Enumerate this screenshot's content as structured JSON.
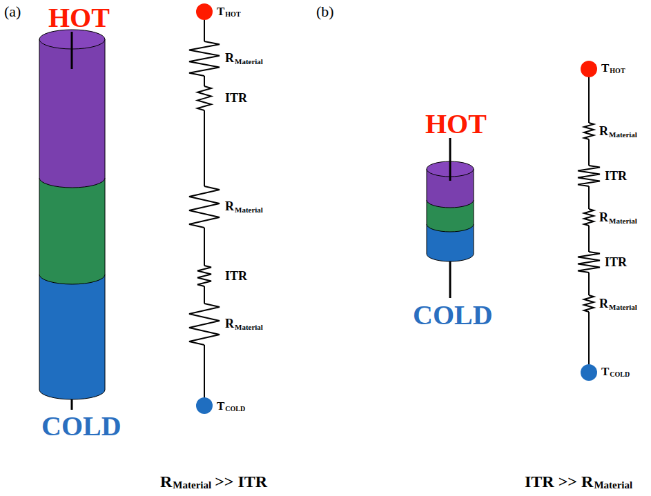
{
  "diagram": {
    "labels": [
      "(a)",
      "HOT",
      "T",
      "HOT",
      "R",
      "Material",
      "ITR",
      "R",
      "Material",
      "ITR",
      "R",
      "Material",
      "T",
      "COLD",
      "COLD",
      "R",
      "Material",
      ">> ITR",
      "(b)",
      "HOT",
      "T",
      "HOT",
      "R",
      "Material",
      "ITR",
      "R",
      "Material",
      "ITR",
      "R",
      "Material",
      "T",
      "COLD",
      "COLD",
      "ITR >> R",
      "Material"
    ]
  }
}
